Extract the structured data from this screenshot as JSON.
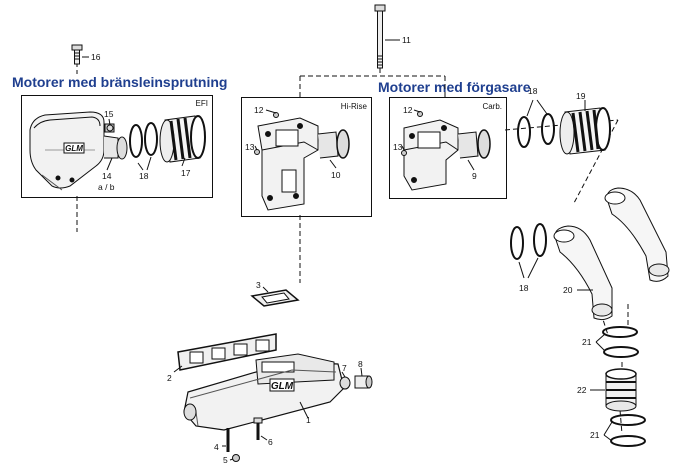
{
  "headings": {
    "efi": "Motorer med bränsleinsprutning",
    "carb": "Motorer med förgasare"
  },
  "panels": {
    "efi": "EFI",
    "hirise": "Hi-Rise",
    "carb": "Carb."
  },
  "labels": {
    "l1": "1",
    "l2": "2",
    "l3": "3",
    "l4": "4",
    "l5": "5",
    "l6": "6",
    "l7": "7",
    "l8": "8",
    "l9": "9",
    "l10": "10",
    "l11": "11",
    "l12a": "12",
    "l12b": "12",
    "l13a": "13",
    "l13b": "13",
    "l14": "14",
    "l14ab": "a / b",
    "l15": "15",
    "l16": "16",
    "l17": "17",
    "l18a": "18",
    "l18b": "18",
    "l18c": "18",
    "l19": "19",
    "l20": "20",
    "l21a": "21",
    "l21b": "21",
    "l22": "22"
  },
  "logos": {
    "text": "GLM"
  }
}
